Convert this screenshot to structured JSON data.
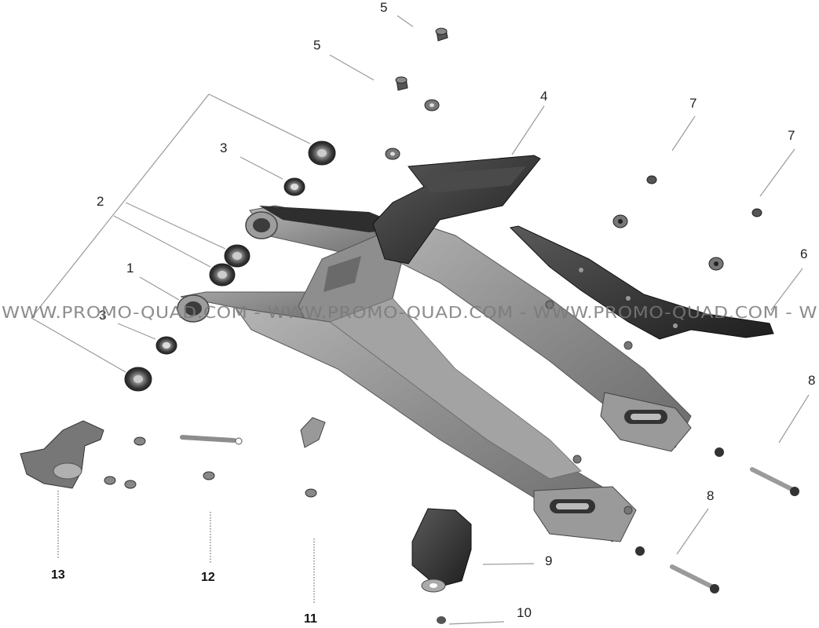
{
  "watermark": {
    "text": "WWW.PROMO-QUAD.COM - WWW.PROMO-QUAD.COM - WWW.PROMO-QUAD.COM - W"
  },
  "callouts": {
    "c1": "1",
    "c2": "2",
    "c3a": "3",
    "c3b": "3",
    "c4": "4",
    "c5a": "5",
    "c5b": "5",
    "c6": "6",
    "c7a": "7",
    "c7b": "7",
    "c8a": "8",
    "c8b": "8",
    "c9": "9",
    "c10": "10",
    "c11": "11",
    "c12": "12",
    "c13": "13"
  },
  "colors": {
    "frame": "#8a8a8a",
    "frame_dark": "#5e5e5e",
    "frame_light": "#b9b9b9",
    "plastic": "#3a3a3a",
    "bearing": "#6b6b6b"
  }
}
